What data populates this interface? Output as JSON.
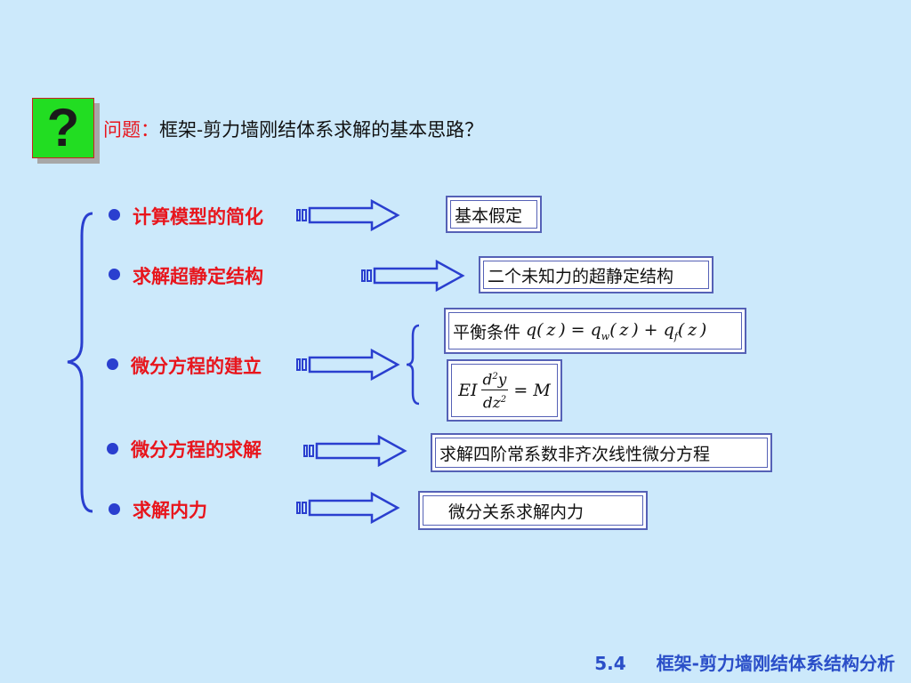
{
  "question": {
    "label": "问题：",
    "text": "框架-剪力墙刚结体系求解的基本思路？"
  },
  "icon": {
    "name": "question-mark-icon",
    "glyph": "?",
    "bg": "#22dd22"
  },
  "steps": [
    {
      "label": "计算模型的简化",
      "result": "基本假定"
    },
    {
      "label": "求解超静定结构",
      "result": "二个未知力的超静定结构"
    },
    {
      "label": "微分方程的建立",
      "result_text": "平衡条件"
    },
    {
      "label": "微分方程的求解",
      "result": "求解四阶常系数非齐次线性微分方程"
    },
    {
      "label": "求解内力",
      "result": "微分关系求解内力"
    }
  ],
  "footer": {
    "number": "5.4",
    "title": "框架-剪力墙刚结体系结构分析"
  },
  "colors": {
    "red": "#e8151c",
    "blue": "#2a3fcf",
    "background": "#cce9fb"
  }
}
